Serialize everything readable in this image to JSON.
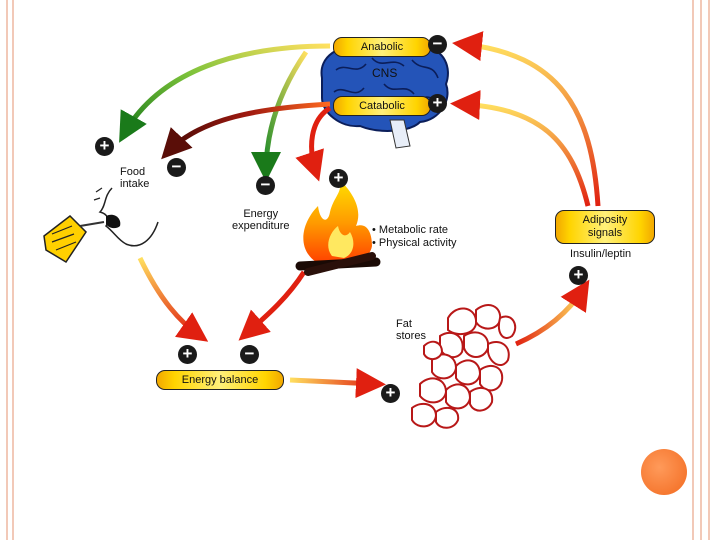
{
  "labels": {
    "anabolic": "Anabolic",
    "cns": "CNS",
    "catabolic": "Catabolic",
    "food_intake": "Food intake",
    "food_line1": "Food",
    "food_line2": "intake",
    "energy_exp_line1": "Energy",
    "energy_exp_line2": "expenditure",
    "metabolic_rate": "• Metabolic rate",
    "physical_activity": "• Physical activity",
    "adiposity_line1": "Adiposity",
    "adiposity_line2": "signals",
    "insulin_leptin": "Insulin/leptin",
    "fat_line1": "Fat",
    "fat_line2": "stores",
    "energy_balance": "Energy balance"
  },
  "signs": {
    "plus": "+",
    "minus": "−"
  },
  "colors": {
    "frame": "#f2c9b8",
    "accent_orange": "#f26a1f",
    "arrow_red": "#e02010",
    "arrow_green": "#2a9a2a",
    "arrow_darkred": "#5a0e08",
    "pill_yellow": "#ffd400",
    "brain_blue": "#1f4fb0"
  }
}
